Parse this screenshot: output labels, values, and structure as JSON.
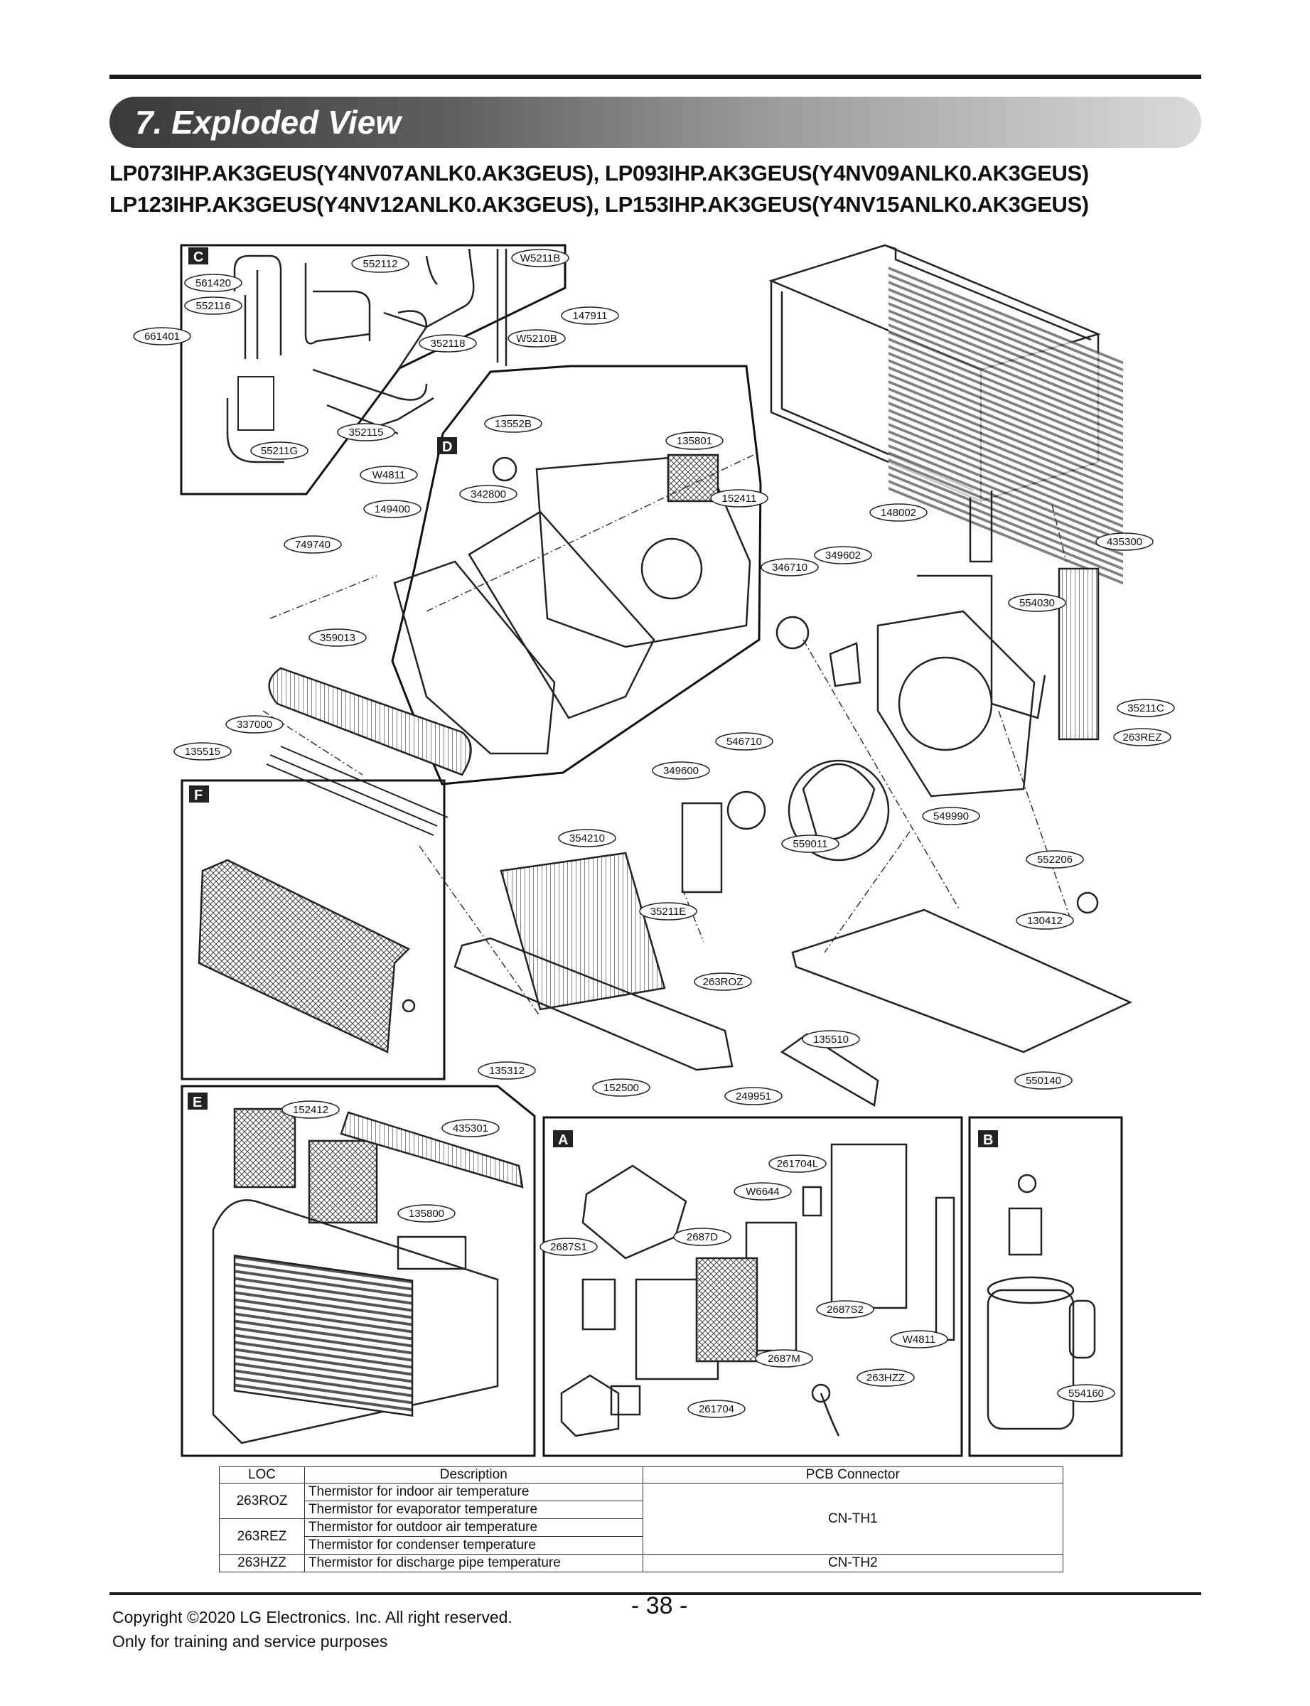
{
  "header": {
    "section_title": "7. Exploded View",
    "models_line1": "LP073IHP.AK3GEUS(Y4NV07ANLK0.AK3GEUS), LP093IHP.AK3GEUS(Y4NV09ANLK0.AK3GEUS)",
    "models_line2": "LP123IHP.AK3GEUS(Y4NV12ANLK0.AK3GEUS), LP153IHP.AK3GEUS(Y4NV15ANLK0.AK3GEUS)"
  },
  "diagram": {
    "section_tags": {
      "a": "A",
      "b": "B",
      "c": "C",
      "d": "D",
      "e": "E",
      "f": "F"
    },
    "part_labels": {
      "p561420": "561420",
      "p552112": "552112",
      "pW5211B": "W5211B",
      "p552116": "552116",
      "p661401": "661401",
      "p352118": "352118",
      "pW5210B": "W5210B",
      "p147911": "147911",
      "p352115": "352115",
      "p55211G": "55211G",
      "p13552B": "13552B",
      "p135801": "135801",
      "pW4811a": "W4811",
      "p342800": "342800",
      "p152411": "152411",
      "p149400": "149400",
      "p148002": "148002",
      "p749740": "749740",
      "p346710": "346710",
      "p349602": "349602",
      "p435300": "435300",
      "p554030": "554030",
      "p359013": "359013",
      "p35211C": "35211C",
      "p263REZ": "263REZ",
      "p337000": "337000",
      "p546710": "546710",
      "p135515": "135515",
      "p349600": "349600",
      "p549990": "549990",
      "p354210": "354210",
      "p559011": "559011",
      "p552206": "552206",
      "p35211E": "35211E",
      "p130412": "130412",
      "p263ROZ": "263ROZ",
      "p135510": "135510",
      "p135312": "135312",
      "p550140": "550140",
      "p152500": "152500",
      "p249951": "249951",
      "p152412": "152412",
      "p435301": "435301",
      "p261704L": "261704L",
      "pW6644": "W6644",
      "p135800": "135800",
      "p2687S1": "2687S1",
      "p2687D": "2687D",
      "p2687S2": "2687S2",
      "pW4811b": "W4811",
      "p2687M": "2687M",
      "p263HZZ": "263HZZ",
      "p554160": "554160",
      "p261704": "261704"
    }
  },
  "table": {
    "headers": {
      "loc": "LOC",
      "description": "Description",
      "pcb": "PCB Connector"
    },
    "rows": {
      "r1_loc": "263ROZ",
      "r1_desc_a": "Thermistor for indoor air temperature",
      "r1_desc_b": "Thermistor for evaporator temperature",
      "r2_loc": "263REZ",
      "r2_desc_a": "Thermistor for outdoor air temperature",
      "r2_desc_b": "Thermistor for condenser temperature",
      "r12_pcb": "CN-TH1",
      "r3_loc": "263HZZ",
      "r3_desc": "Thermistor for discharge pipe temperature",
      "r3_pcb": "CN-TH2"
    }
  },
  "footer": {
    "copyright": "Copyright ©2020 LG Electronics. Inc. All right reserved.",
    "purpose": "Only for training and service purposes",
    "page_number": "- 38 -"
  }
}
